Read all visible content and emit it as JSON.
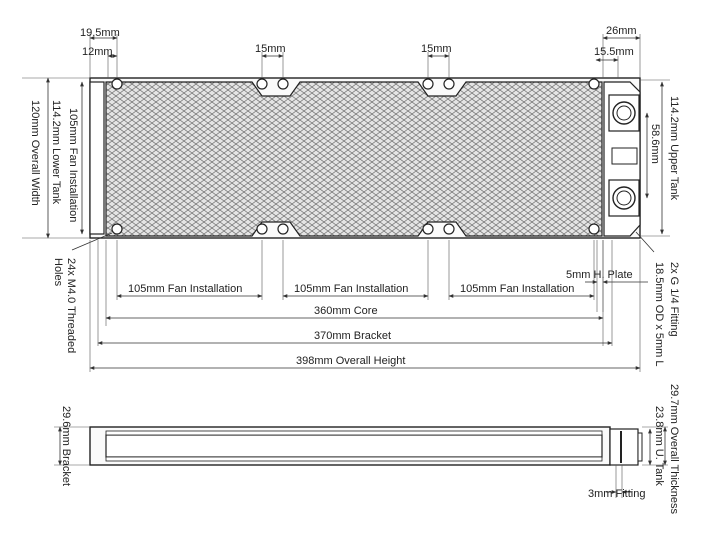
{
  "top_view": {
    "labels": {
      "side_margin_outer": "19.5mm",
      "side_margin_inner": "12mm",
      "hole_spacing_1": "15mm",
      "hole_spacing_2": "15mm",
      "right_margin_outer": "26mm",
      "right_margin_inner": "15.5mm",
      "overall_width": "120mm Overall Width",
      "lower_tank": "114.2mm Lower Tank",
      "fan_installation_width": "105mm Fan Installation",
      "upper_tank": "114.2mm Upper Tank",
      "fitting_spacing": "58.6mm",
      "threaded_holes_line1": "24x M4.0 Threaded",
      "threaded_holes_line2": "Holes",
      "fan_install_1": "105mm Fan Installation",
      "fan_install_2": "105mm Fan Installation",
      "fan_install_3": "105mm Fan Installation",
      "h_plate": "5mm H. Plate",
      "fitting_line1": "2x G 1/4 Fitting",
      "fitting_line2": "18.5mm OD x 5mm L",
      "core": "360mm Core",
      "bracket": "370mm Bracket",
      "overall_height": "398mm Overall Height"
    }
  },
  "side_view": {
    "labels": {
      "bracket": "29.6mm Bracket",
      "overall_thickness": "29.7mm Overall Thickness",
      "u_tank": "23.8mm U. Tank",
      "fitting": "3mm Fitting"
    }
  }
}
